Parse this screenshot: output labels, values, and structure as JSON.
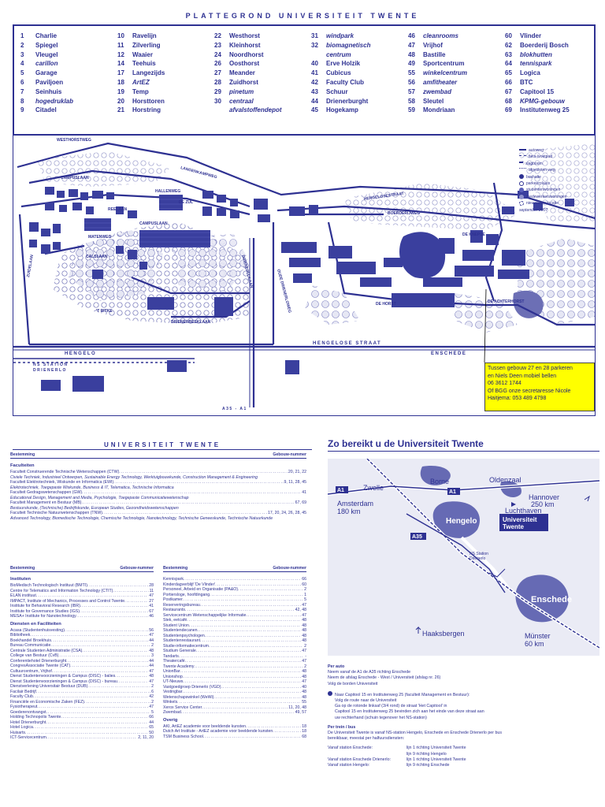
{
  "map_title": "PLATTEGROND UNIVERSITEIT TWENTE",
  "buildings": [
    [
      {
        "n": "1",
        "name": "Charlie",
        "italic": false
      },
      {
        "n": "2",
        "name": "Spiegel",
        "italic": false
      },
      {
        "n": "3",
        "name": "Vleugel",
        "italic": false
      },
      {
        "n": "4",
        "name": "carillon",
        "italic": true
      },
      {
        "n": "5",
        "name": "Garage",
        "italic": false
      },
      {
        "n": "6",
        "name": "Paviljoen",
        "italic": false
      },
      {
        "n": "7",
        "name": "Seinhuis",
        "italic": false
      },
      {
        "n": "8",
        "name": "hogedruklab",
        "italic": true
      },
      {
        "n": "9",
        "name": "Citadel",
        "italic": false
      }
    ],
    [
      {
        "n": "10",
        "name": "Ravelijn",
        "italic": false
      },
      {
        "n": "11",
        "name": "Zilverling",
        "italic": false
      },
      {
        "n": "12",
        "name": "Waaier",
        "italic": false
      },
      {
        "n": "14",
        "name": "Teehuis",
        "italic": false
      },
      {
        "n": "17",
        "name": "Langezijds",
        "italic": false
      },
      {
        "n": "18",
        "name": "ArtEZ",
        "italic": true
      },
      {
        "n": "19",
        "name": "Temp",
        "italic": false
      },
      {
        "n": "20",
        "name": "Horsttoren",
        "italic": false
      },
      {
        "n": "21",
        "name": "Horstring",
        "italic": false
      }
    ],
    [
      {
        "n": "22",
        "name": "Westhorst",
        "italic": false
      },
      {
        "n": "23",
        "name": "Kleinhorst",
        "italic": false
      },
      {
        "n": "24",
        "name": "Noordhorst",
        "italic": false
      },
      {
        "n": "26",
        "name": "Oosthorst",
        "italic": false
      },
      {
        "n": "27",
        "name": "Meander",
        "italic": false
      },
      {
        "n": "28",
        "name": "Zuidhorst",
        "italic": false
      },
      {
        "n": "29",
        "name": "pinetum",
        "italic": true
      },
      {
        "n": "30",
        "name": "centraal",
        "italic": true
      },
      {
        "n": "",
        "name": "afvalstoffendepot",
        "italic": true
      }
    ],
    [
      {
        "n": "31",
        "name": "windpark",
        "italic": true
      },
      {
        "n": "32",
        "name": "biomagnetisch",
        "italic": true
      },
      {
        "n": "",
        "name": "centrum",
        "italic": true
      },
      {
        "n": "40",
        "name": "Erve Holzik",
        "italic": false
      },
      {
        "n": "41",
        "name": "Cubicus",
        "italic": false
      },
      {
        "n": "42",
        "name": "Faculty Club",
        "italic": false
      },
      {
        "n": "43",
        "name": "Schuur",
        "italic": false
      },
      {
        "n": "44",
        "name": "Drienerburght",
        "italic": false
      },
      {
        "n": "45",
        "name": "Hogekamp",
        "italic": false
      }
    ],
    [
      {
        "n": "46",
        "name": "cleanrooms",
        "italic": true
      },
      {
        "n": "47",
        "name": "Vrijhof",
        "italic": false
      },
      {
        "n": "48",
        "name": "Bastille",
        "italic": false
      },
      {
        "n": "49",
        "name": "Sportcentrum",
        "italic": false
      },
      {
        "n": "55",
        "name": "winkelcentrum",
        "italic": true
      },
      {
        "n": "56",
        "name": "amfitheater",
        "italic": true
      },
      {
        "n": "57",
        "name": "zwembad",
        "italic": true
      },
      {
        "n": "58",
        "name": "Sleutel",
        "italic": false
      },
      {
        "n": "59",
        "name": "Mondriaan",
        "italic": false
      }
    ],
    [
      {
        "n": "60",
        "name": "Vlinder",
        "italic": false
      },
      {
        "n": "62",
        "name": "Boerderij Bosch",
        "italic": false
      },
      {
        "n": "63",
        "name": "blokhutten",
        "italic": true
      },
      {
        "n": "64",
        "name": "tennispark",
        "italic": true
      },
      {
        "n": "65",
        "name": "Logica",
        "italic": false
      },
      {
        "n": "66",
        "name": "BTC",
        "italic": false
      },
      {
        "n": "67",
        "name": "Capitool 15",
        "italic": false
      },
      {
        "n": "68",
        "name": "KPMG-gebouw",
        "italic": true
      },
      {
        "n": "69",
        "name": "Institutenweg 25",
        "italic": false
      }
    ]
  ],
  "map_labels": {
    "road_hengelose": "HENGELOSE  STRAAT",
    "road_hengelo": "HENGELO",
    "road_enschede": "ENSCHEDE",
    "ns_station": "NS STATION",
    "drienerlo": "DRIENERLO",
    "a35": "A35 - A1",
    "westhorstweg": "WESTHORSTWEG",
    "campuslaan": "CAMPUSLAAN",
    "langenkampweg": "LANGENKAMPWEG",
    "hengelosestraat_n": "HENGELOSESTRAAT",
    "boerderijweg": "BOERDERIJWEG",
    "de_knepse": "DE KNEPSE",
    "de_achterhorst": "DE ACHTERHORST",
    "het_ritke": "'T RITKE",
    "drienerbeeklaan": "DRIENERBEEKLAAN",
    "oude_drienerloweg": "OUDE DRIENERLOWEG",
    "drienerlolaan": "DRIENERLOLAAN",
    "de_horst": "DE HORST",
    "reelaan": "REELAAN",
    "zuidelaan": "ZUIDELAAN",
    "hallenweg": "HALLENWEG",
    "de_zul": "DE ZUL",
    "calslaan": "CALSLAAN",
    "matenweg": "MATENWEG",
    "witbreuksweg": "WITBREUKSWEG"
  },
  "map_legend": {
    "items": [
      "autoweg",
      "fiets-/voetpad",
      "slagboom",
      "afgesloten weg",
      "bushalte",
      "parkeerplaats",
      "studentenwoningen",
      "medewerkerswoningen",
      "nieuwbouw locatie"
    ],
    "date": "september 2007"
  },
  "note_box": {
    "lines": [
      "Tussen gebouw 27 en 28 parkeren",
      "en Niels Deen mobiel bellen",
      "06 3612 1744",
      "",
      "Of BGG onze secretaresse Nicole",
      "Haitjema: 053 489 4798"
    ]
  },
  "directory": {
    "title": "UNIVERSITEIT TWENTE",
    "col_dest": "Bestemming",
    "col_num": "Gebouw-nummer",
    "faculties_title": "Faculteiten",
    "faculties": [
      {
        "name": "Faculteit Construerende Technische Wetenschappen (CTW)",
        "nr": "20, 21, 22",
        "sub": "Civiele Techniek, Industrieel Ontwerpen, Sustainable Energy Technology, Werktuigbouwkunde, Construction Management & Engineering"
      },
      {
        "name": "Faculteit Elektrotechniek, Wiskunde en Informatica (EWI)",
        "nr": "9, 11, 28, 45",
        "sub": "Elektrotechniek, Toegepaste Wiskunde, Business & IT, Telematica, Technische Informatica"
      },
      {
        "name": "Faculteit Gedragswetenschappen (GW)",
        "nr": "41",
        "sub": "Educational Design, Management and Media, Psychologie, Toegepaste Communicatiewetenschap"
      },
      {
        "name": "Faculteit Management en Bestuur (MB)",
        "nr": "67, 69",
        "sub": "Bestuurskunde, (Technische) Bedrijfskunde, European Studies, Gezondheidswetenschappen"
      },
      {
        "name": "Faculteit Technische Natuurwetenschappen (TNW)",
        "nr": "17, 20, 24, 26, 28, 45",
        "sub": "Advanced Technology, Biomedische Technologie, Chemische Technologie, Nanotechnology, Technische Geneeskunde, Technische Natuurkunde"
      }
    ],
    "institutes_title": "Instituten",
    "institutes": [
      {
        "name": "BioMedisch Technologisch Instituut (BMTI)",
        "nr": "28"
      },
      {
        "name": "Centre for Telematics and Information Technology (CTIT)",
        "nr": "11"
      },
      {
        "name": "ELAN instituut",
        "nr": "47"
      },
      {
        "name": "IMPACT, Institute of Mechanics, Processes and Control Twente",
        "nr": "27"
      },
      {
        "name": "Institute for Behavioral Research (IBR)",
        "nr": "41"
      },
      {
        "name": "Institute for Governance Studies (IGS)",
        "nr": "67"
      },
      {
        "name": "MESA+ Institute for Nanotechnology",
        "nr": "46"
      }
    ],
    "services_title": "Diensten en Faciliteiten",
    "services": [
      {
        "name": "Acasa (Studentenhuisvesting)",
        "nr": "56"
      },
      {
        "name": "Bibliotheek",
        "nr": "47"
      },
      {
        "name": "Boekhandel Broekhuis",
        "nr": "44"
      },
      {
        "name": "Bureau Communicatie",
        "nr": "2"
      },
      {
        "name": "Centrale Studenten Administratie (CSA)",
        "nr": "48"
      },
      {
        "name": "College van Bestuur (CvB)",
        "nr": "3"
      },
      {
        "name": "Conferentiehotel Drienerburght",
        "nr": "44"
      },
      {
        "name": "CongresAssociatie Twente (CAT)",
        "nr": "44"
      },
      {
        "name": "Cultuurcentrum, Vrijhof",
        "nr": "47"
      },
      {
        "name": "Dienst Studentenvoorzieningen & Campus (DISC) - balies",
        "nr": "48"
      },
      {
        "name": "Dienst Studentenvoorzieningen & Campus (DISC) - bureau",
        "nr": "47"
      },
      {
        "name": "Dienstverlening Universitair Bestuur (DUB)",
        "nr": "2"
      },
      {
        "name": "Facilair Bedrijf",
        "nr": "6"
      },
      {
        "name": "Faculty Club",
        "nr": "42"
      },
      {
        "name": "Financiële en Economische Zaken (FEZ)",
        "nr": "2"
      },
      {
        "name": "Fysiotherapeut",
        "nr": "47"
      },
      {
        "name": "Goederenontvangst",
        "nr": "5"
      },
      {
        "name": "Holding Technopolis Twente",
        "nr": "66"
      },
      {
        "name": "Hotel Drienerburght",
        "nr": "44"
      },
      {
        "name": "Hotel Logica",
        "nr": "65"
      },
      {
        "name": "Huisarts",
        "nr": "50"
      },
      {
        "name": "ICT-Servicecentrum",
        "nr": "2, 11, 20"
      }
    ],
    "services2": [
      {
        "name": "Kennispark",
        "nr": "66"
      },
      {
        "name": "Kinderdagverblijf 'De Vlinder'",
        "nr": "60"
      },
      {
        "name": "Personeel, Arbeid en Organisatie (PA&O)",
        "nr": "2"
      },
      {
        "name": "Portiersloge, hoofdingang",
        "nr": "1"
      },
      {
        "name": "Postkamer",
        "nr": "5"
      },
      {
        "name": "Reserveringsbureau",
        "nr": "47"
      },
      {
        "name": "Restaurants",
        "nr": "42, 48"
      },
      {
        "name": "Servicecentrum Wetenschappelijke Informatie",
        "nr": "47"
      },
      {
        "name": "Stek, eetcafé",
        "nr": "48"
      },
      {
        "name": "Student Union",
        "nr": "48"
      },
      {
        "name": "Studentendecanen",
        "nr": "48"
      },
      {
        "name": "Studentenpsychologen",
        "nr": "48"
      },
      {
        "name": "Studentenrestaurant",
        "nr": "48"
      },
      {
        "name": "Studie-informatiecentrum",
        "nr": "2"
      },
      {
        "name": "Studium Generale",
        "nr": "47"
      },
      {
        "name": "Tandarts",
        "nr": "-"
      },
      {
        "name": "Theatercafé",
        "nr": "47"
      },
      {
        "name": "Twente Academy",
        "nr": "2"
      },
      {
        "name": "UnionBar",
        "nr": "48"
      },
      {
        "name": "Unionshop",
        "nr": "48"
      },
      {
        "name": "UT-Nieuws",
        "nr": "47"
      },
      {
        "name": "Vastgoedgroep Drienerlo (VGD)",
        "nr": "40"
      },
      {
        "name": "Vestingbar",
        "nr": "48"
      },
      {
        "name": "Wetenschapswinkel (WeWi)",
        "nr": "48"
      },
      {
        "name": "Winkels",
        "nr": "55"
      },
      {
        "name": "Xerox Service Center",
        "nr": "11, 20, 48"
      },
      {
        "name": "Zwembad",
        "nr": "49, 57"
      }
    ],
    "other_title": "Overig",
    "other": [
      {
        "name": "AKI, ArtEZ academie voor beeldende kunsten",
        "nr": "18"
      },
      {
        "name": "Dutch Art Institute - ArtEZ academie voor beeldende kunsten",
        "nr": "18"
      },
      {
        "name": "TSM Business School",
        "nr": "68"
      }
    ]
  },
  "reach": {
    "title": "Zo bereikt u de Universiteit Twente",
    "map_labels": {
      "a1_left": "A1",
      "zwolle": "Zwolle",
      "amsterdam": "Amsterdam",
      "amsterdam_km": "180 km",
      "borne": "Borne",
      "oldenzaal": "Oldenzaal",
      "a1_mid": "A1",
      "hannover": "Hannover",
      "hannover_km": "250 km",
      "luchthaven": "Luchthaven",
      "twente": "Twente",
      "hengelo": "Hengelo",
      "a35": "A35",
      "ut_1": "Universiteit",
      "ut_2": "Twente",
      "ns_station": "NS Station",
      "drienerlo": "Drienerlo",
      "enschede": "Enschede",
      "haaksbergen": "Haaksbergen",
      "munster": "Münster",
      "munster_km": "60 km"
    },
    "by_car_title": "Per auto",
    "by_car": [
      "Neem vanaf de A1 de A35 richting Enschede",
      "Neem de afslag Enschede - West / Universiteit (afslag nr. 26)",
      "Volg de borden Universiteit"
    ],
    "note_title": "Naar Capitool 15 en Institutenweg 25 (faculteit Management en Bestuur):",
    "note_lines": [
      "Volg de route naar de Universiteit",
      "Ga op de rotonde linksaf (3/4 rond) de straat 'Het Capitool' in",
      "Capitool 15 en Institutenweg 25 bevinden zich aan het einde van deze straat aan",
      "uw rechterhand (schuin tegenover het NS-station)"
    ],
    "by_train_title": "Per trein / bus",
    "by_train": [
      "De Universiteit Twente is vanaf NS-station Hengelo, Enschede en Enschede Drienerlo per bus",
      "bereikbaar, meestal per halfuursdiensten:"
    ],
    "bus_rows": [
      {
        "from": "Vanaf station Enschede:",
        "line": "lijn 1 richting Universiteit Twente"
      },
      {
        "from": "",
        "line": "lijn 9 richting Hengelo"
      },
      {
        "from": "Vanaf station Enschede Drienerlo:",
        "line": "lijn 1 richting Universiteit Twente"
      },
      {
        "from": "Vanaf station Hengelo:",
        "line": "lijn 9 richting Enschede"
      }
    ]
  }
}
